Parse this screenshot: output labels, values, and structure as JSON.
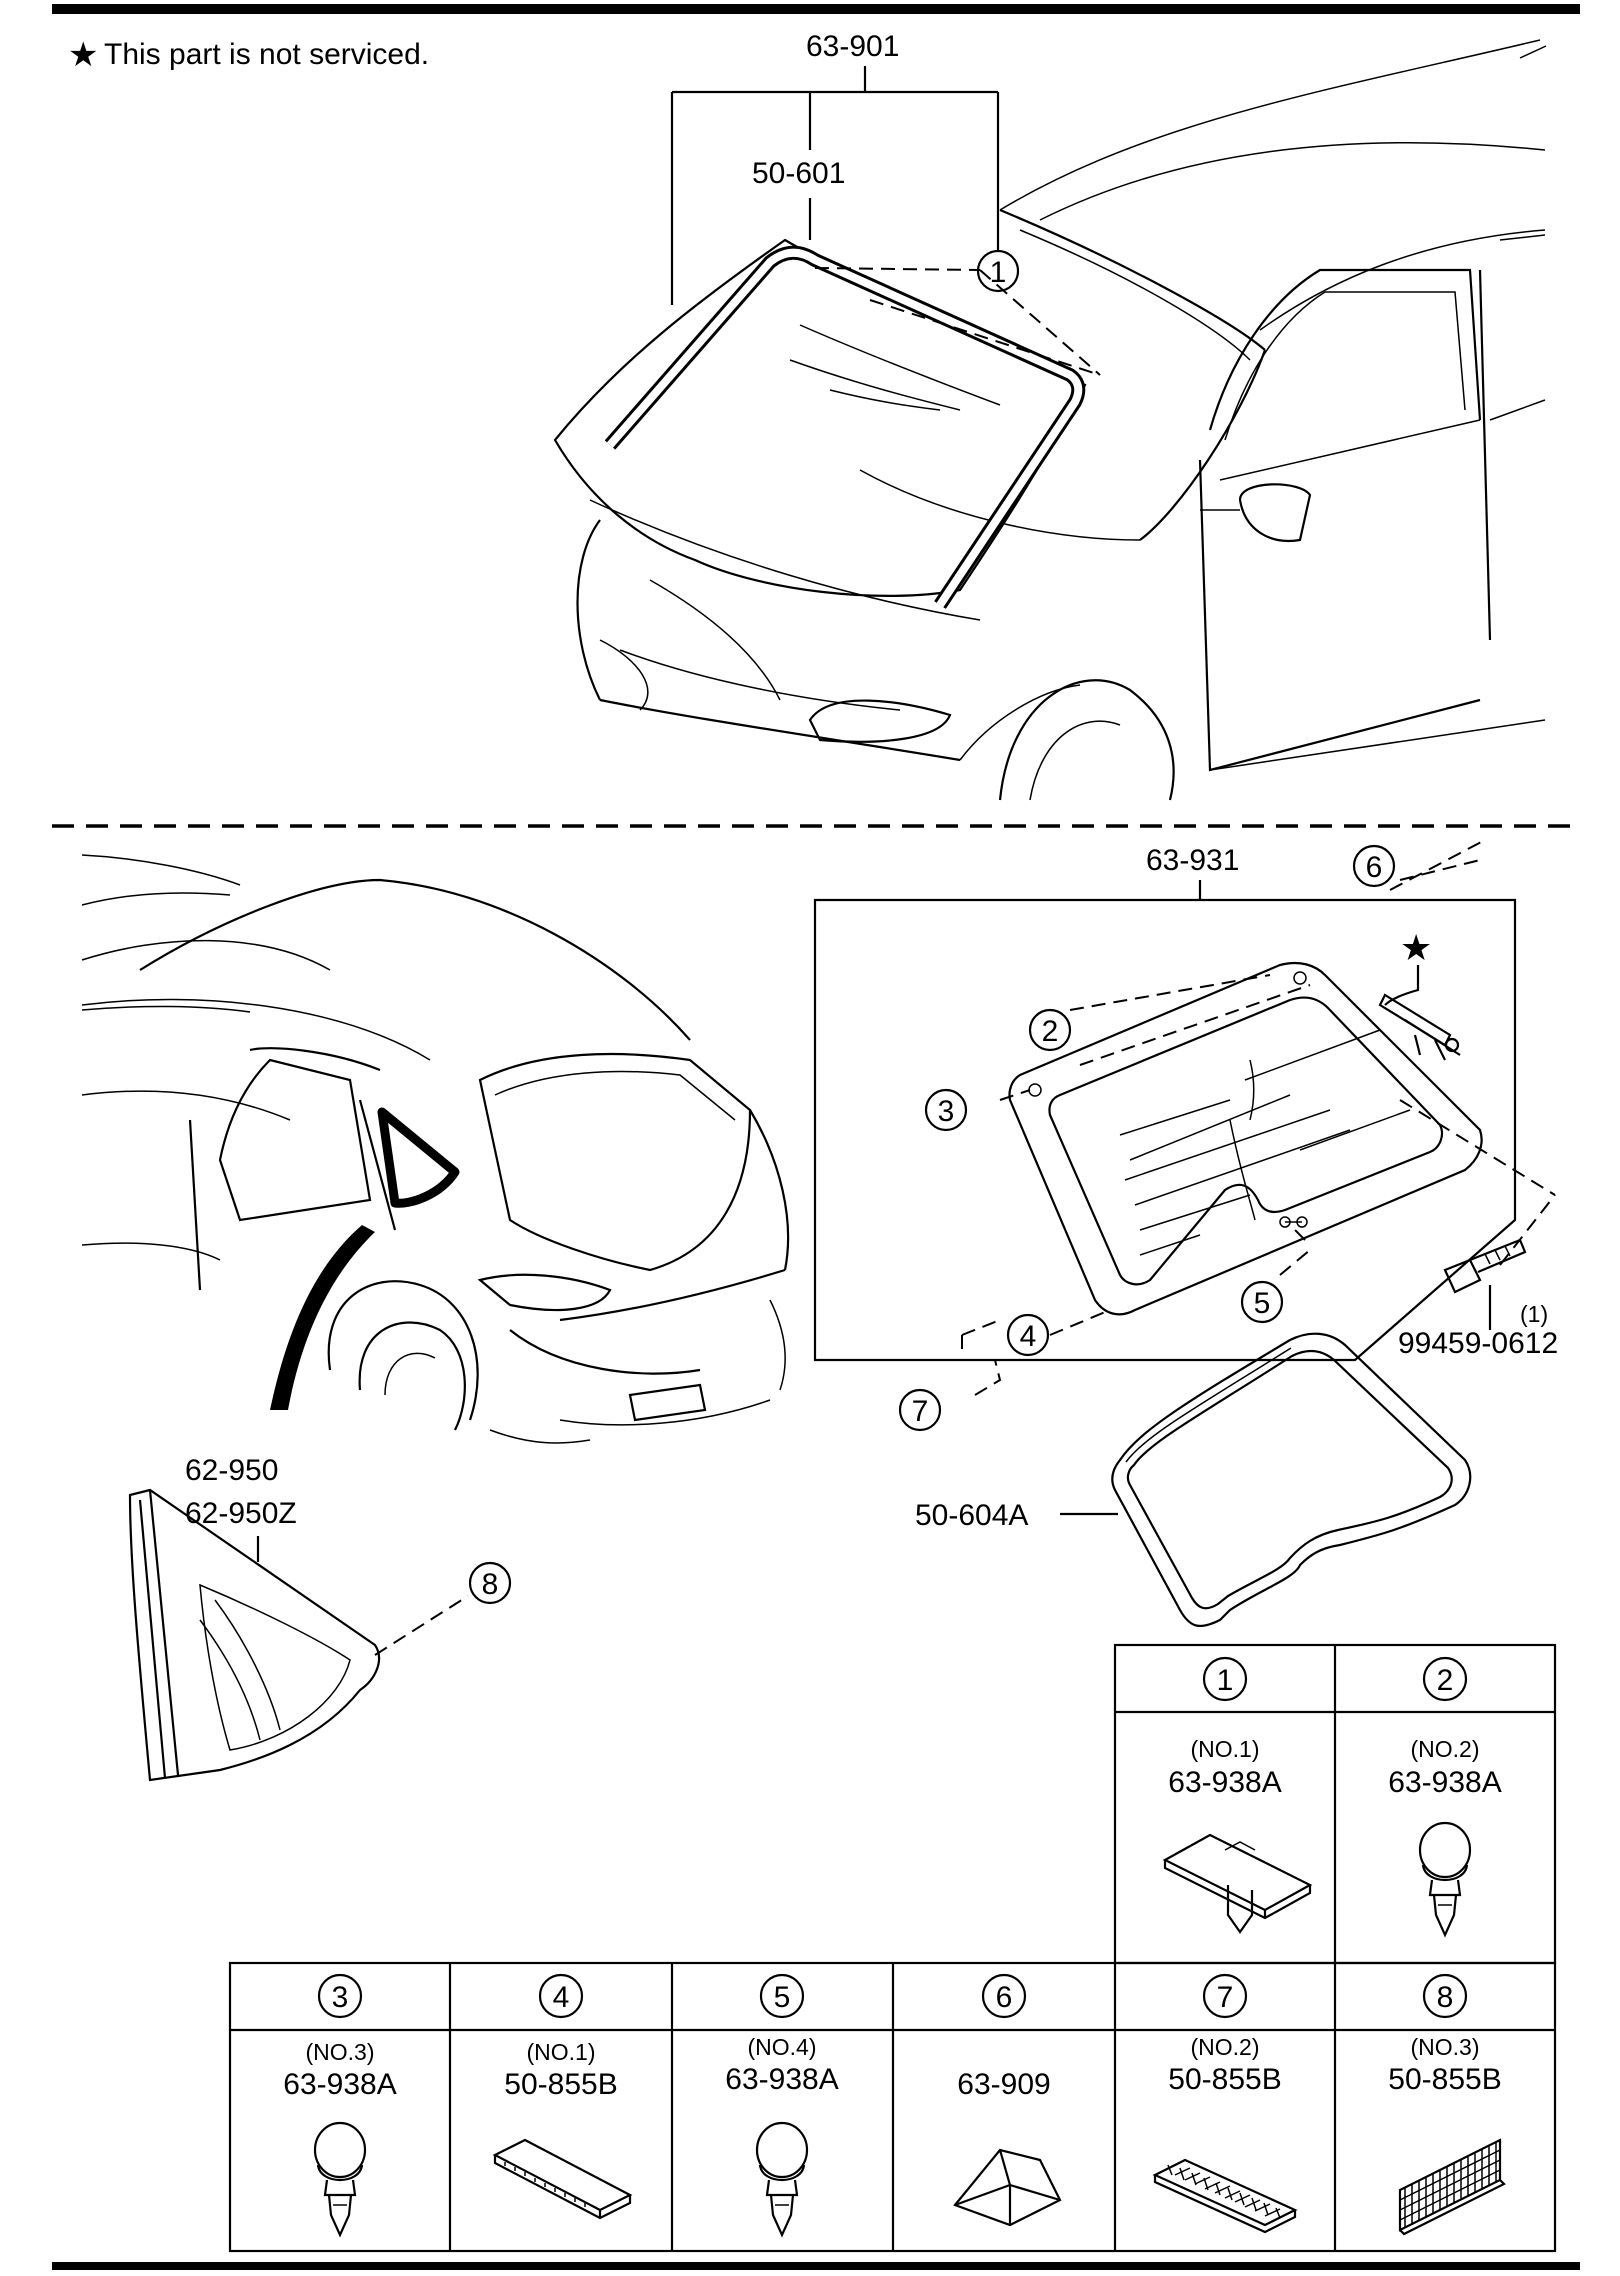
{
  "note": {
    "star": "★",
    "text": "This part is not serviced."
  },
  "labels": {
    "windshield_assy": "63-901",
    "windshield_seal": "50-601",
    "rear_glass_assy": "63-931",
    "bolt": "99459-0612",
    "bolt_qty": "(1)",
    "quarter_glass": "62-950",
    "quarter_glass_alt": "62-950Z",
    "rear_seal": "50-604A",
    "not_serviced_star": "★"
  },
  "callouts": [
    "1",
    "2",
    "3",
    "4",
    "5",
    "6",
    "7",
    "8"
  ],
  "legend": [
    {
      "key": "1",
      "sub": "(NO.1)",
      "code": "63-938A",
      "icon": "plate-clip-icon"
    },
    {
      "key": "2",
      "sub": "(NO.2)",
      "code": "63-938A",
      "icon": "push-pin-clip-icon"
    },
    {
      "key": "3",
      "sub": "(NO.3)",
      "code": "63-938A",
      "icon": "push-pin-clip-icon"
    },
    {
      "key": "4",
      "sub": "(NO.1)",
      "code": "50-855B",
      "icon": "spacer-strip-icon"
    },
    {
      "key": "5",
      "sub": "(NO.4)",
      "code": "63-938A",
      "icon": "push-pin-clip-icon"
    },
    {
      "key": "6",
      "sub": "",
      "code": "63-909",
      "icon": "wedge-block-icon"
    },
    {
      "key": "7",
      "sub": "(NO.2)",
      "code": "50-855B",
      "icon": "brush-strip-icon"
    },
    {
      "key": "8",
      "sub": "(NO.3)",
      "code": "50-855B",
      "icon": "ribbed-pad-icon"
    }
  ]
}
